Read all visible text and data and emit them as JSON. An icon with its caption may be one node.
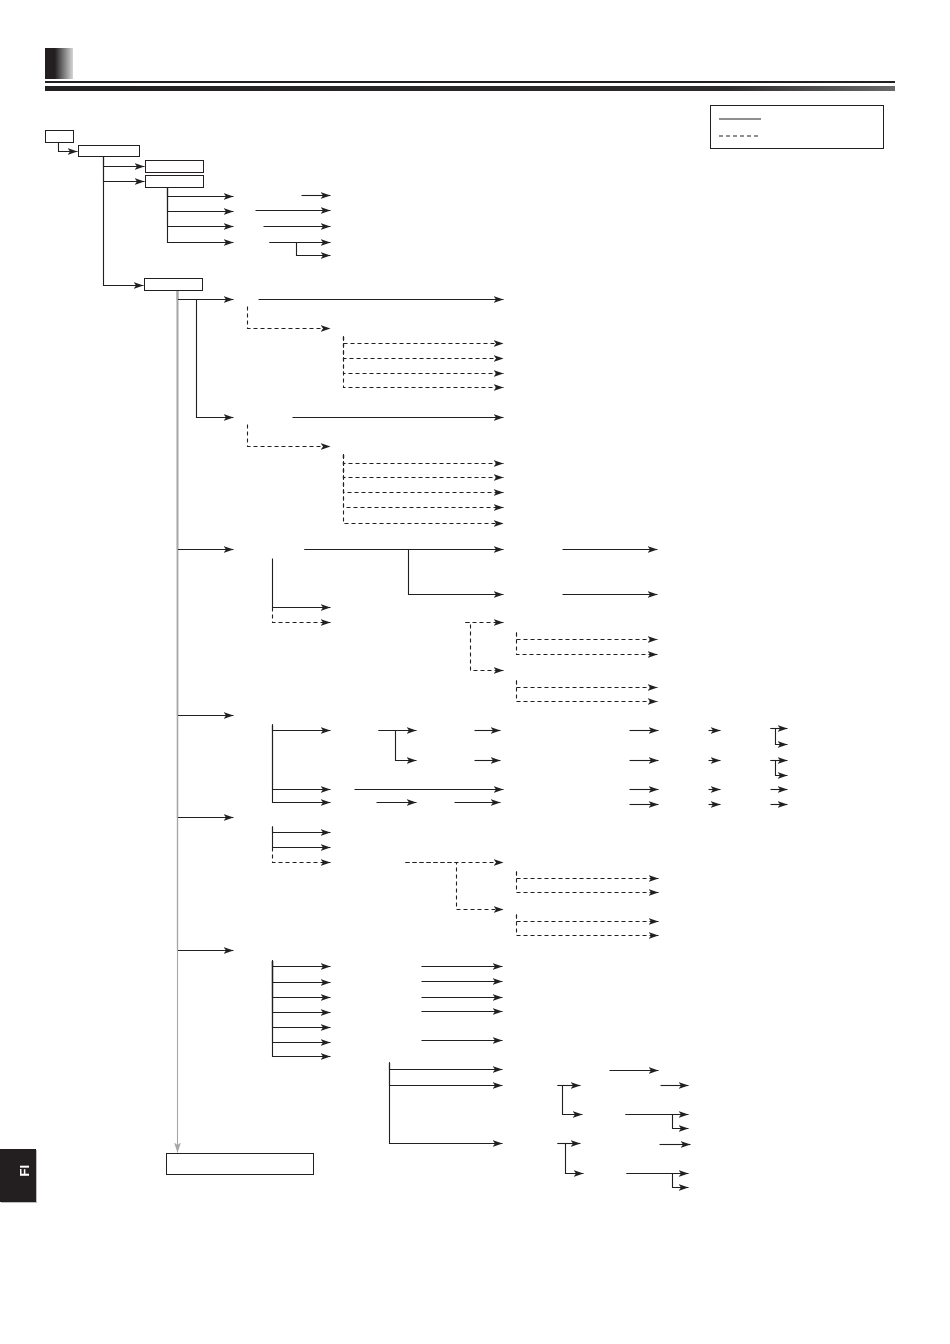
{
  "diagram": {
    "nodes": [
      {
        "text": [],
        "shape": "box"
      },
      {
        "text": [],
        "shape": "box"
      },
      {
        "text": [],
        "shape": "box"
      },
      {
        "text": [],
        "shape": "box"
      },
      {
        "text": [],
        "shape": "box"
      },
      {
        "text": [],
        "shape": "box"
      }
    ],
    "edges": [
      {
        "from": 0,
        "to": 1,
        "arrow": "to"
      },
      {
        "from": 1,
        "to": 2,
        "arrow": "to"
      },
      {
        "from": 1,
        "to": 3,
        "arrow": "to"
      },
      {
        "from": 1,
        "to": 4,
        "arrow": "to"
      },
      {
        "from": 3,
        "to": null,
        "arrow": "to"
      },
      {
        "from": 3,
        "to": null,
        "arrow": "to"
      },
      {
        "from": 3,
        "to": null,
        "arrow": "to"
      },
      {
        "from": 3,
        "to": null,
        "arrow": "to"
      },
      {
        "from": 4,
        "to": null,
        "arrow": "to"
      },
      {
        "from": 4,
        "to": null,
        "arrow": "to"
      },
      {
        "from": 4,
        "to": null,
        "arrow": "to"
      },
      {
        "from": 4,
        "to": null,
        "arrow": "to"
      },
      {
        "from": 4,
        "to": null,
        "arrow": "to"
      },
      {
        "from": 4,
        "to": null,
        "arrow": "to"
      },
      {
        "from": 4,
        "to": 5,
        "arrow": "to",
        "color": "#a6a6a6"
      }
    ],
    "labels": [
      "FI"
    ]
  }
}
